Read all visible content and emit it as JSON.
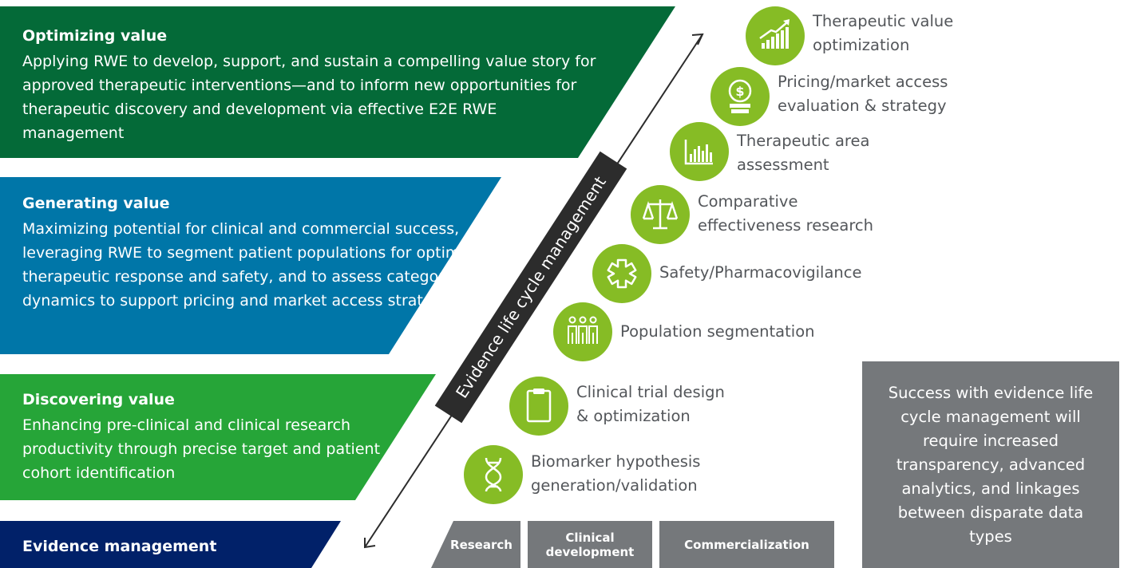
{
  "bands": [
    {
      "title": "Optimizing value",
      "description": "Applying RWE to develop, support, and sustain a compelling value story for approved therapeutic interventions—and to inform new opportunities for therapeutic discovery and development via effective E2E RWE management",
      "color": "#046a38"
    },
    {
      "title": "Generating value",
      "description": "Maximizing potential for clinical and commercial success, leveraging RWE to segment patient populations for optimal therapeutic response and safety, and to assess category dynamics to support pricing and market access strategies",
      "color": "#0076a8"
    },
    {
      "title": "Discovering value",
      "description": "Enhancing pre-clinical and clinical research productivity through precise target and patient cohort identification",
      "color": "#26a538"
    },
    {
      "title": "Evidence management",
      "color": "#012169"
    }
  ],
  "lifecycle_label": "Evidence life cycle management",
  "activities": [
    {
      "label": "Therapeutic value optimization",
      "icon": "growth-chart-icon"
    },
    {
      "label": "Pricing/market access evaluation & strategy",
      "icon": "dollar-coin-icon"
    },
    {
      "label": "Therapeutic area assessment",
      "icon": "bar-chart-icon"
    },
    {
      "label": "Comparative effectiveness research",
      "icon": "balance-scale-icon"
    },
    {
      "label": "Safety/Pharmacovigilance",
      "icon": "medical-star-icon"
    },
    {
      "label": "Population segmentation",
      "icon": "people-group-icon"
    },
    {
      "label": "Clinical trial design & optimization",
      "icon": "clipboard-icon"
    },
    {
      "label": "Biomarker hypothesis generation/validation",
      "icon": "dna-icon"
    }
  ],
  "stages": [
    "Research",
    "Clinical development",
    "Commercialization"
  ],
  "callout": "Success with evidence life cycle management will require increased transparency, advanced analytics, and linkages between disparate data types",
  "colors": {
    "activity_green": "#86bc25",
    "stage_gray": "#75787b",
    "label_bar": "#2c2c2c",
    "text_gray": "#53565a"
  }
}
